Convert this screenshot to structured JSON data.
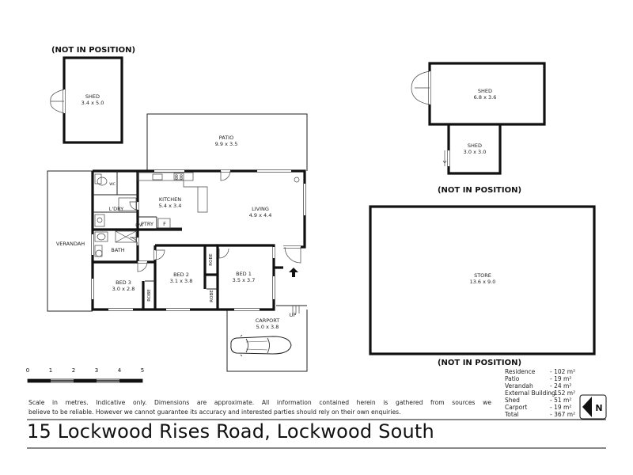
{
  "labels": {
    "not_in_position": "(NOT IN POSITION)",
    "shed_a": {
      "name": "SHED",
      "dims": "3.4 x 5.0"
    },
    "shed_b": {
      "name": "SHED",
      "dims": "6.8 x 3.6"
    },
    "shed_c": {
      "name": "SHED",
      "dims": "3.0 x 3.0"
    },
    "patio": {
      "name": "PATIO",
      "dims": "9.9 x 3.5"
    },
    "kitchen": {
      "name": "KITCHEN",
      "dims": "5.4 x 3.4"
    },
    "living": {
      "name": "LIVING",
      "dims": "4.9 x 4.4"
    },
    "bed1": {
      "name": "BED 1",
      "dims": "3.5 x 3.7"
    },
    "bed2": {
      "name": "BED 2",
      "dims": "3.1 x 3.8"
    },
    "bed3": {
      "name": "BED 3",
      "dims": "3.0 x 2.8"
    },
    "store": {
      "name": "STORE",
      "dims": "13.6 x 9.0"
    },
    "carport": {
      "name": "CARPORT",
      "dims": "5.0 x 3.8"
    },
    "verandah": "VERANDAH",
    "ldry": "L'DRY",
    "bath": "BATH",
    "wc": "WC",
    "ptry": "PTRY",
    "fridge": "F",
    "robe": "ROBE",
    "up": "UP",
    "dw": "D/W"
  },
  "scale_bar": {
    "ticks": [
      "0",
      "1",
      "2",
      "3",
      "4",
      "5"
    ]
  },
  "areas": [
    {
      "label": "Residence",
      "value": "- 102 m²"
    },
    {
      "label": "Patio",
      "value": "- 19 m²"
    },
    {
      "label": "Verandah",
      "value": "- 24 m²"
    },
    {
      "label": "External Building",
      "value": "- 152 m²"
    },
    {
      "label": "Shed",
      "value": "- 51 m²"
    },
    {
      "label": "Carport",
      "value": "- 19 m²"
    },
    {
      "label": "Total",
      "value": "- 367 m²"
    }
  ],
  "compass": {
    "letter": "N"
  },
  "disclaimer": {
    "line1": "Scale in metres. Indicative only. Dimensions are approximate.  All information contained herein is gathered from sources we",
    "line2": "believe to be reliable. However we cannot guarantee its accuracy and interested parties should rely on their own enquiries."
  },
  "address": "15 Lockwood Rises Road, Lockwood South"
}
